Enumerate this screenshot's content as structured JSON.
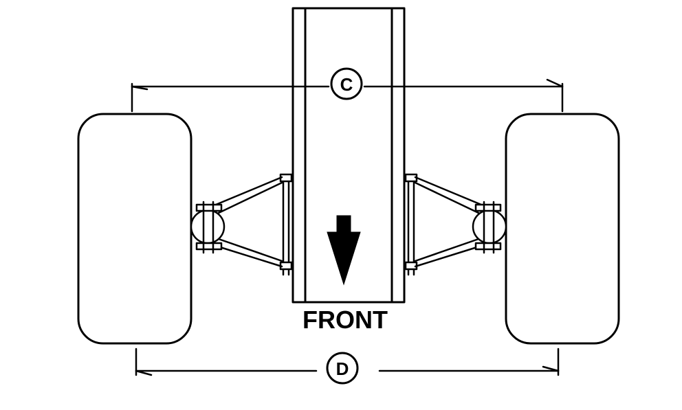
{
  "diagram": {
    "direction_label": "FRONT",
    "dimensions": {
      "upper": "C",
      "lower": "D"
    },
    "direction_icon": "down-arrow-icon",
    "stroke_color": "#000000",
    "background_color": "#ffffff"
  }
}
